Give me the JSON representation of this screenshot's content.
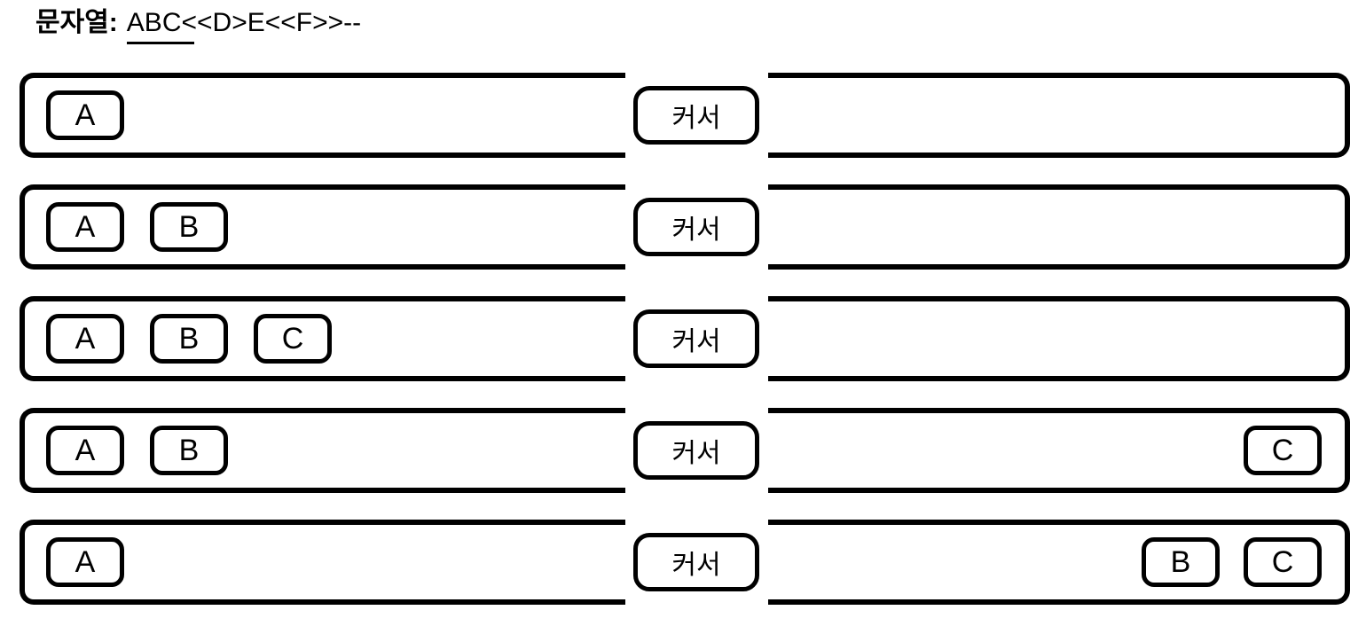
{
  "title": {
    "label": "문자열:",
    "underlined": "ABC",
    "rest": "<<D>E<<F>>--"
  },
  "cursor_label": "커서",
  "rows": [
    {
      "left": [
        "A"
      ],
      "right": []
    },
    {
      "left": [
        "A",
        "B"
      ],
      "right": []
    },
    {
      "left": [
        "A",
        "B",
        "C"
      ],
      "right": []
    },
    {
      "left": [
        "A",
        "B"
      ],
      "right": [
        "C"
      ]
    },
    {
      "left": [
        "A"
      ],
      "right": [
        "B",
        "C"
      ]
    }
  ],
  "colors": {
    "stroke": "#000000",
    "background": "#ffffff"
  }
}
